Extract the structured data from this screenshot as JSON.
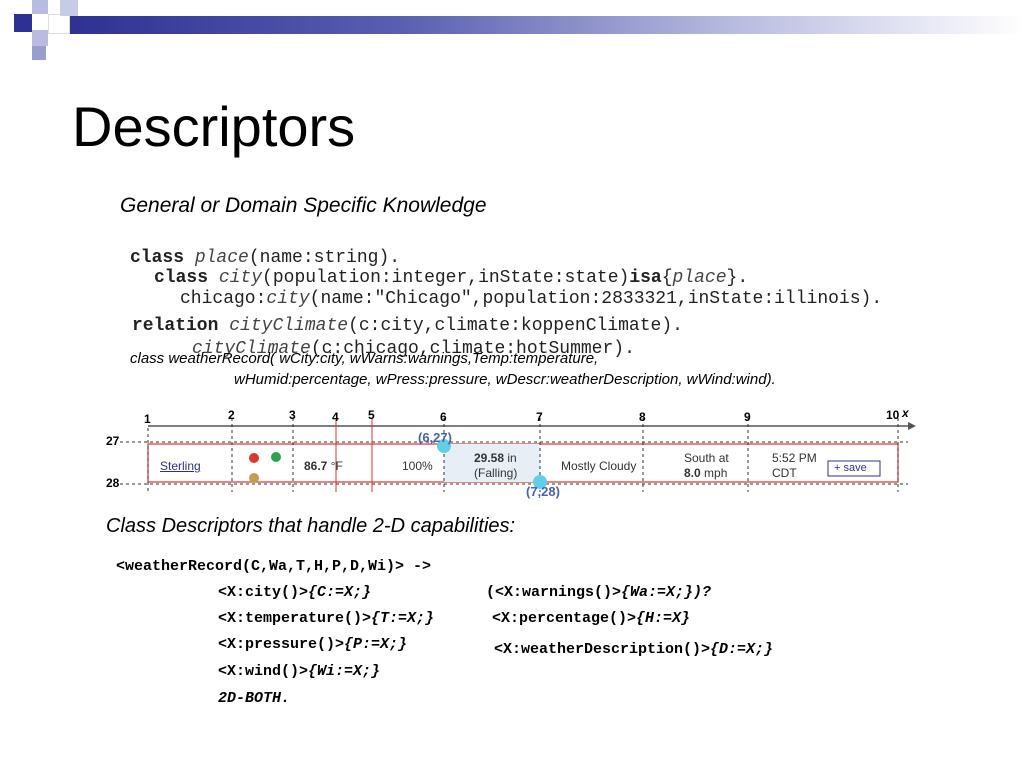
{
  "title": "Descriptors",
  "section1_heading": "General or Domain Specific Knowledge",
  "code_lines": {
    "l1_kw": "class",
    "l1_rest": "place",
    "l1_tail": "(name:string).",
    "l2_kw": "class",
    "l2_name": "city",
    "l2_args": "(population:integer,inState:state)",
    "l2_isa": "isa",
    "l2_b1": "{",
    "l2_place": "place",
    "l2_b2": "}.",
    "l3_pre": "chicago:",
    "l3_city": "city",
    "l3_rest": "(name:\"Chicago\",population:2833321,inState:illinois).",
    "l4_kw": "relation",
    "l4_name": "cityClimate",
    "l4_rest": "(c:city,climate:koppenClimate).",
    "l5_name": "cityClimate",
    "l5_rest": "(c:chicago,climate:hotSummer)."
  },
  "weather_class_line1": "class weatherRecord( wCity:city, wWarns:warnings,Temp:temperature,",
  "weather_class_line2": "wHumid:percentage,  wPress:pressure,  wDescr:weatherDescription, wWind:wind).",
  "figure": {
    "x_ticks": [
      "1",
      "2",
      "3",
      "4",
      "5",
      "6",
      "7",
      "8",
      "9",
      "10"
    ],
    "x_axis_label": "x",
    "y_ticks": [
      "27",
      "28"
    ],
    "point_a": "(6,27)",
    "point_b": "(7,28)",
    "cells": {
      "city": "Sterling",
      "temp_value": "86.7",
      "temp_unit": "°F",
      "humidity": "100%",
      "pressure_value": "29.58",
      "pressure_unit": "in",
      "pressure_state": "(Falling)",
      "description": "Mostly Cloudy",
      "wind_line1": "South at",
      "wind_value": "8.0",
      "wind_unit": "mph",
      "time_line1": "5:52 PM",
      "time_line2": "CDT",
      "save_label": "+ save"
    }
  },
  "section2_heading": "Class Descriptors that handle 2-D capabilities:",
  "desc": {
    "l0": "<weatherRecord(C,Wa,T,H,P,D,Wi)> ->",
    "l1a": "<X:city()>",
    "l1b": "{C:=X;}",
    "l1c": "(<X:warnings()>",
    "l1d": "{Wa:=X;})?",
    "l2a": "<X:temperature()>",
    "l2b": "{T:=X;}",
    "l2c": "<X:percentage()>",
    "l2d": "{H:=X}",
    "l3a": "<X:pressure()>",
    "l3b": "{P:=X;}",
    "l3c": "<X:weatherDescription()>",
    "l3d": "{D:=X;}",
    "l4a": "<X:wind()>",
    "l4b": "{Wi:=X;}",
    "l5": "2D-BOTH."
  },
  "colors": {
    "accent": "#2e3192",
    "grid_red": "#e03030",
    "point_cyan": "#5fd0e8",
    "point_label": "#4a63b0"
  }
}
